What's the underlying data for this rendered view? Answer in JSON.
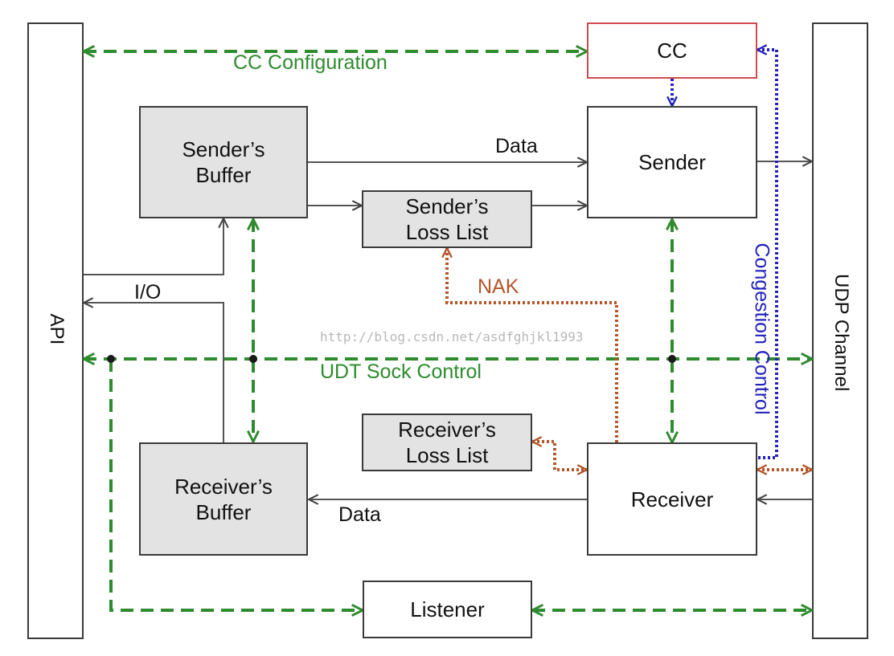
{
  "blocks": {
    "api": "API",
    "udp": "UDP Channel",
    "cc": "CC",
    "senders_buffer": [
      "Sender’s",
      "Buffer"
    ],
    "sender": "Sender",
    "senders_loss_list": [
      "Sender’s",
      "Loss List"
    ],
    "receivers_loss_list": [
      "Receiver’s",
      "Loss List"
    ],
    "receivers_buffer": [
      "Receiver’s",
      "Buffer"
    ],
    "receiver": "Receiver",
    "listener": "Listener"
  },
  "labels": {
    "cc_configuration": "CC Configuration",
    "data_top": "Data",
    "data_bottom": "Data",
    "io": "I/O",
    "nak": "NAK",
    "udt_sock_control": "UDT Sock Control",
    "congestion_control": "Congestion Control"
  },
  "watermark": "http://blog.csdn.net/asdfghjkl1993",
  "colors": {
    "control_green": "#2e8b2e",
    "congestion_blue": "#2222bb",
    "nak_brown": "#b4552a",
    "data_line": "#555555",
    "cc_border": "#d24a52",
    "buffer_fill": "#e3e3e3"
  }
}
